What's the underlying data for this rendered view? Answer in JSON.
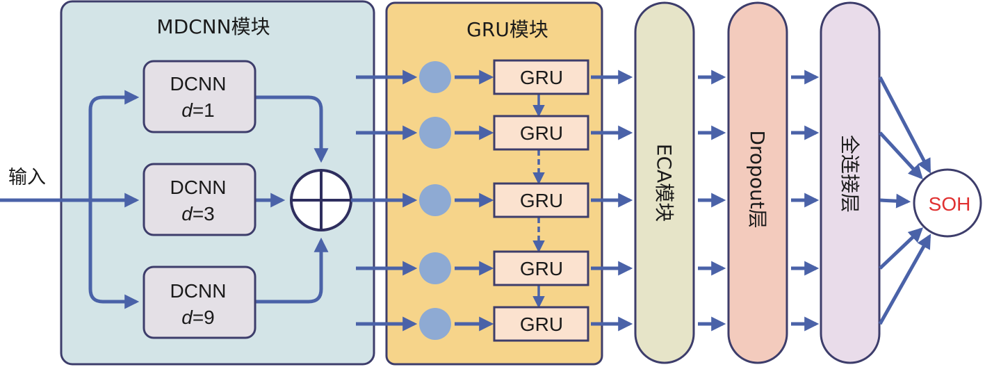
{
  "input_label": "输入",
  "mdcnn": {
    "title": "MDCNN模块",
    "blocks": [
      {
        "name": "DCNN",
        "dilation_var": "d",
        "dilation_value": "=1"
      },
      {
        "name": "DCNN",
        "dilation_var": "d",
        "dilation_value": "=3"
      },
      {
        "name": "DCNN",
        "dilation_var": "d",
        "dilation_value": "=9"
      }
    ],
    "adder_symbol": "sum"
  },
  "gru": {
    "title": "GRU模块",
    "cells": [
      "GRU",
      "GRU",
      "GRU",
      "GRU",
      "GRU"
    ],
    "links": [
      "solid",
      "dashed",
      "dashed",
      "solid"
    ]
  },
  "eca": {
    "label": "ECA模块"
  },
  "dropout": {
    "label": "Dropout层"
  },
  "fc": {
    "label": "全连接层"
  },
  "output": {
    "label": "SOH"
  },
  "colors": {
    "arrow": "#4a62a8",
    "border": "#3d3d6b",
    "mdcnn_bg": "#d3e4e7",
    "gru_bg": "#f6d48a",
    "gru_cell": "#fbe2cf",
    "dcnn_box": "#e4e0e6",
    "node": "#8eaad3",
    "eca_bg": "#e6e4c8",
    "dropout_bg": "#f3cbbd",
    "fc_bg": "#e9dcea",
    "output_text": "#e03030"
  }
}
